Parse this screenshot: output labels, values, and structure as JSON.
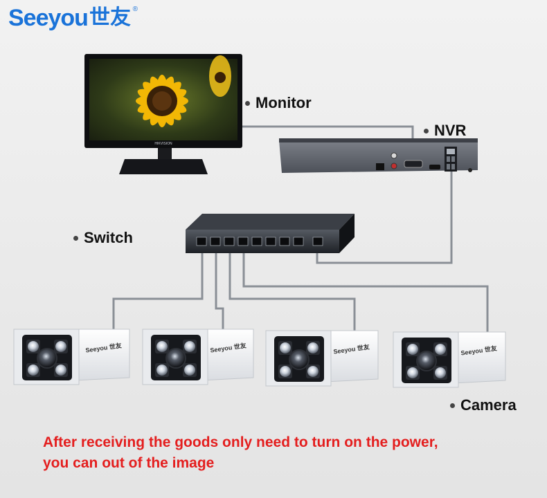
{
  "logo": {
    "brand_en": "Seeyou",
    "brand_cn": "世友",
    "registered": "®",
    "camera_badge": "Seeyou 世友"
  },
  "labels": {
    "monitor": "Monitor",
    "nvr": "NVR",
    "switch": "Switch",
    "camera": "Camera"
  },
  "monitor": {
    "brand": "HIKVISION"
  },
  "caption": {
    "line1": "After receiving the goods only need to turn on the power,",
    "line2": "you can out of the image"
  },
  "colors": {
    "brand_blue": "#1a73d9",
    "caption_red": "#e41e1e",
    "cable_gray": "#8a8f96"
  }
}
